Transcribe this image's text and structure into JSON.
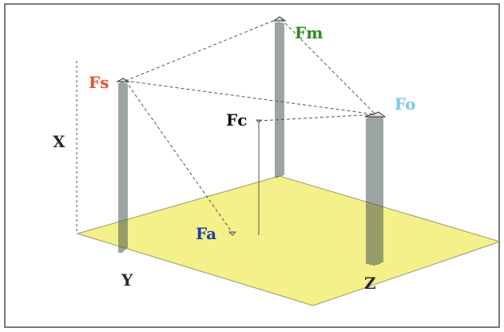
{
  "labels": {
    "fm": "Fm",
    "fs": "Fs",
    "fo": "Fo",
    "fc": "Fc",
    "fa": "Fa",
    "axis_x": "X",
    "axis_y": "Y",
    "axis_z": "Z"
  },
  "colors": {
    "fm": "#2e8b1e",
    "fs": "#e8502a",
    "fo": "#7ec8e8",
    "fc": "#111111",
    "fa": "#1f3fa8",
    "plane_fill": "#f4f08a",
    "plane_stroke": "#9a9a6a",
    "border": "#222222"
  }
}
